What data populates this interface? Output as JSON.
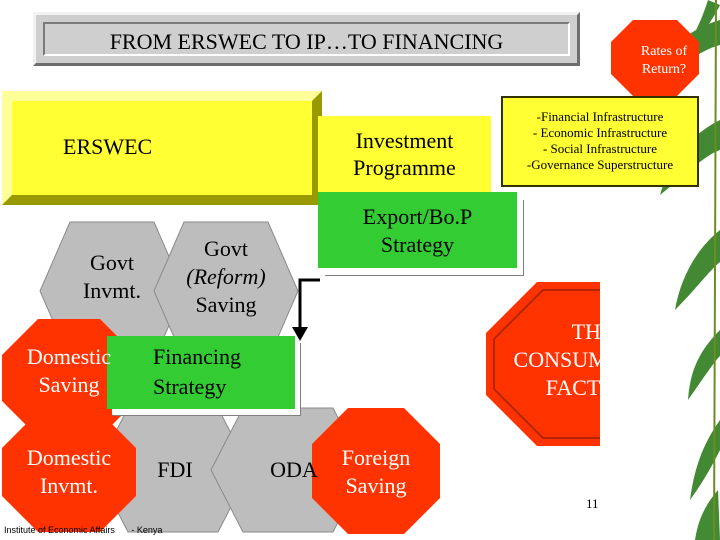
{
  "title": "FROM ERSWEC TO IP…TO FINANCING",
  "rates_badge": {
    "line1": "Rates of",
    "line2": "Return?"
  },
  "ersswec_label": "ERSWEC",
  "investment_programme": {
    "line1": "Investment",
    "line2": "Programme"
  },
  "infrastructure_list": [
    "-Financial Infrastructure",
    "- Economic Infrastructure",
    "- Social Infrastructure",
    "-Governance Superstructure"
  ],
  "export_strategy": {
    "line1": "Export/Bo.P",
    "line2": "Strategy"
  },
  "govt_invmt": {
    "line1": "Govt",
    "line2": "Invmt."
  },
  "govt_reform_saving": {
    "line1": "Govt",
    "line2": "(Reform)",
    "line3": "Saving"
  },
  "domestic_saving": {
    "line1": "Domestic",
    "line2": "Saving"
  },
  "financing_strategy": {
    "line1": "Financing",
    "line2": "Strategy"
  },
  "consumption_factor": {
    "line1": "THE",
    "line2": "CONSUMPTION",
    "line3": "FACTOR?"
  },
  "domestic_invmt": {
    "line1": "Domestic",
    "line2": "Invmt."
  },
  "fdi": "FDI",
  "oda": "ODA",
  "foreign_saving": {
    "line1": "Foreign",
    "line2": "Saving"
  },
  "page_number": "11",
  "footer": {
    "institute": "Institute of Economic Affairs",
    "country": "- Kenya"
  },
  "colors": {
    "yellow": "#ffff33",
    "green": "#33cc33",
    "red": "#ff3300",
    "grey_hex": "#bdbdbd",
    "leaf_green": "#2f7d1e"
  }
}
